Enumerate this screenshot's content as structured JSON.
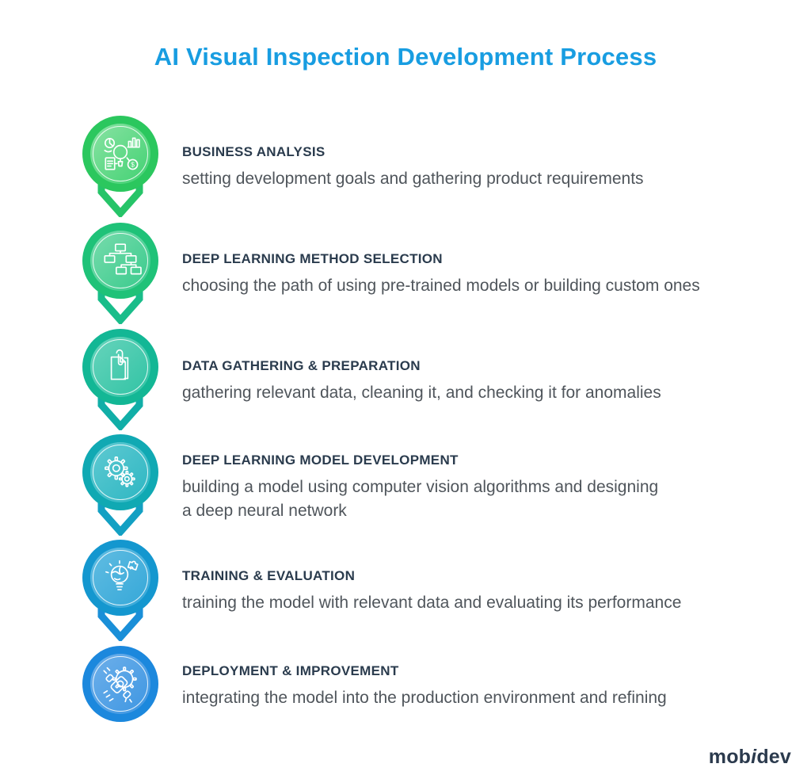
{
  "title": "AI Visual Inspection Development Process",
  "colors": {
    "title": "#189DE1",
    "heading": "#2A3B4D",
    "description": "#4F555B",
    "logo": "#2B3A4D",
    "background": "#FFFFFF"
  },
  "steps": [
    {
      "icon": "business-analysis-icon",
      "title": "BUSINESS ANALYSIS",
      "description": "setting development goals and gathering product requirements",
      "ring": "#2BC75E",
      "inner_from": "#8AE3A4",
      "inner_to": "#41D172",
      "chevron": "#26C468"
    },
    {
      "icon": "method-selection-icon",
      "title": "DEEP LEARNING METHOD SELECTION",
      "description": "choosing the path of using pre-trained models or building custom ones",
      "ring": "#1FC278",
      "inner_from": "#79DCAD",
      "inner_to": "#38CA8C",
      "chevron": "#19BD8A"
    },
    {
      "icon": "data-gathering-icon",
      "title": "DATA GATHERING & PREPARATION",
      "description": "gathering relevant data, cleaning it, and checking it for anomalies",
      "ring": "#13B795",
      "inner_from": "#68D4BC",
      "inner_to": "#30C3A4",
      "chevron": "#11AEA7"
    },
    {
      "icon": "model-development-icon",
      "title": "DEEP LEARNING MODEL DEVELOPMENT",
      "description": "building a model using computer vision algorithms and designing\na deep neural network",
      "ring": "#10A9B3",
      "inner_from": "#60CAD2",
      "inner_to": "#2CB6C2",
      "chevron": "#13A0C3"
    },
    {
      "icon": "training-evaluation-icon",
      "title": "TRAINING & EVALUATION",
      "description": "training the model with relevant data and evaluating its performance",
      "ring": "#1497CF",
      "inner_from": "#62BDE2",
      "inner_to": "#34A7D8",
      "chevron": "#1A8FD8"
    },
    {
      "icon": "deployment-icon",
      "title": "DEPLOYMENT & IMPROVEMENT",
      "description": "integrating the model into the production environment and refining",
      "ring": "#1C88DD",
      "inner_from": "#6FB0EA",
      "inner_to": "#3D96E2",
      "chevron": "#1C88DD"
    }
  ],
  "logo": {
    "part1": "mob",
    "part2": "i",
    "part3": "dev"
  }
}
